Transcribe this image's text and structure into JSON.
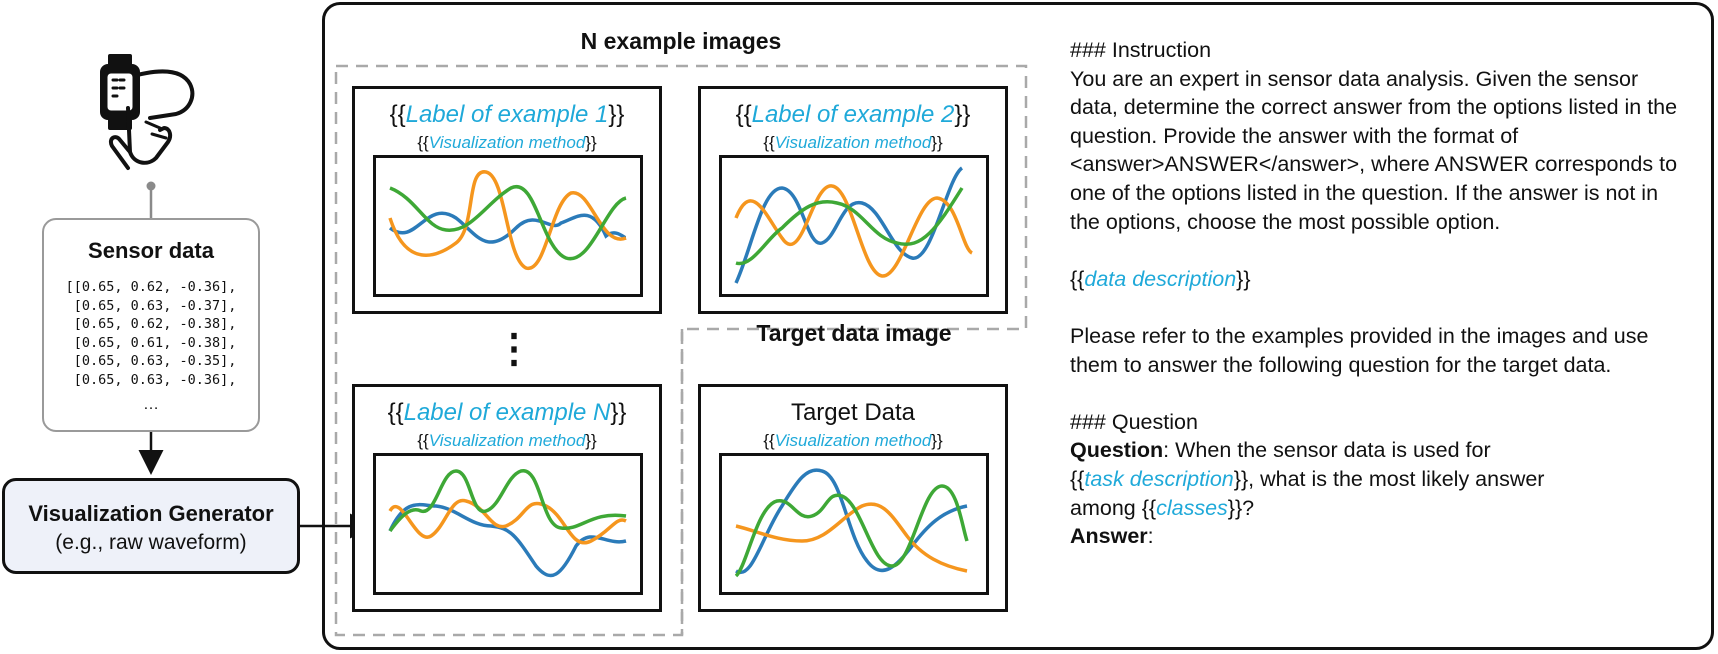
{
  "sensor": {
    "title": "Sensor data",
    "rows": "[[0.65, 0.62, -0.36],\n [0.65, 0.63, -0.37],\n [0.65, 0.62, -0.38],\n [0.65, 0.61, -0.38],\n [0.65, 0.63, -0.35],\n [0.65, 0.63, -0.36],",
    "ellipsis": "…"
  },
  "generator": {
    "title": "Visualization Generator",
    "subtitle": "(e.g., raw waveform)"
  },
  "examples": {
    "heading": "N example images",
    "ex1": {
      "open": "{{",
      "label": "Label of example 1",
      "close": "}}",
      "method": "Visualization method"
    },
    "ex2": {
      "open": "{{",
      "label": "Label of example 2",
      "close": "}}",
      "method": "Visualization method"
    },
    "exN": {
      "open": "{{",
      "label": "Label of example N",
      "close": "}}",
      "method": "Visualization method"
    },
    "dots": "⋮"
  },
  "target": {
    "heading": "Target data image",
    "title": "Target Data",
    "method": "Visualization method"
  },
  "prompt": {
    "instruction_header": "### Instruction",
    "instruction_text": "You are an expert in sensor data analysis. Given the sensor data, determine the correct answer from the options listed in the question. Provide the answer with the format of <answer>ANSWER</answer>, where ANSWER corresponds to one of the options listed in the question. If the answer is not in the options, choose the most possible option.",
    "data_description": "data description",
    "refer_text": "Please refer to the examples provided in the images and use them to answer the following question for the target data.",
    "question_header": "### Question",
    "question_label": "Question",
    "question_text_1": ": When the sensor data is used for",
    "task_description": "task description",
    "question_text_2": ", what is the most likely answer",
    "question_text_3": "among ",
    "classes": "classes",
    "question_text_4": "?",
    "answer_label": "Answer",
    "answer_colon": ":",
    "open_brace": "{{",
    "close_brace": "}}"
  },
  "colors": {
    "accent": "#1fa9d9",
    "blue": "#2b7bb9",
    "orange": "#f5961e",
    "green": "#3ea836"
  }
}
